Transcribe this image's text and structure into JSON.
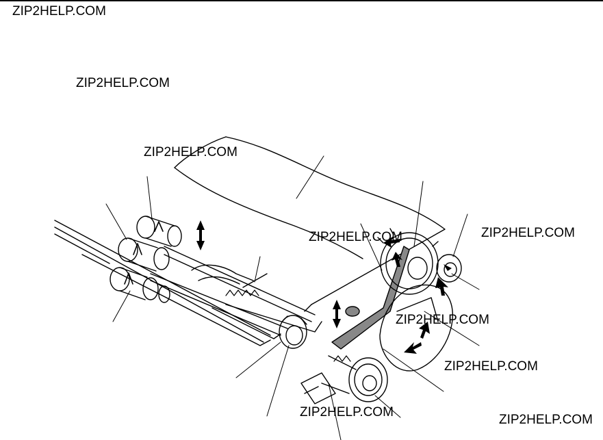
{
  "watermarks": [
    "ZIP2HELP.COM",
    "ZIP2HELP.COM",
    "ZIP2HELP.COM",
    "ZIP2HELP.COM",
    "ZIP2HELP.COM",
    "ZIP2HELP.COM",
    "ZIP2HELP.COM",
    "ZIP2HELP.COM",
    "ZIP2HELP.COM"
  ],
  "colors": {
    "ink": "#000000",
    "background": "#ffffff",
    "shade": "#888888"
  }
}
